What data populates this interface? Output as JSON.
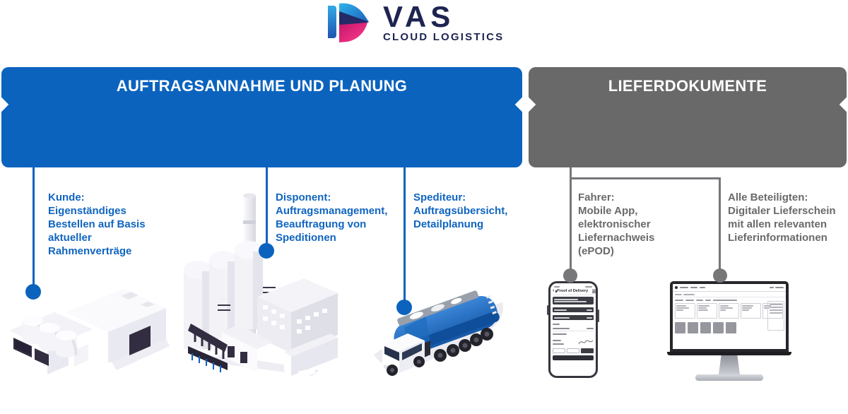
{
  "logo": {
    "brand": "VAS",
    "subtitle": "CLOUD LOGISTICS"
  },
  "sections": [
    {
      "id": "auftragsannahme",
      "title": "AUFTRAGSANNAHME UND PLANUNG",
      "color": "#0b63be"
    },
    {
      "id": "lieferdokumente",
      "title": "LIEFERDOKUMENTE",
      "color": "#696969"
    }
  ],
  "roles": [
    {
      "id": "kunde",
      "heading": "Kunde:",
      "lines": [
        "Eigenständiges",
        "Bestellen auf Basis",
        "aktueller",
        "Rahmenverträge"
      ],
      "color": "#1065c0"
    },
    {
      "id": "disponent",
      "heading": "Disponent:",
      "lines": [
        "Auftragsmanagement,",
        "Beauftragung von",
        "Speditionen"
      ],
      "color": "#1065c0"
    },
    {
      "id": "spediteur",
      "heading": "Spediteur:",
      "lines": [
        "Auftragsübersicht,",
        "Detailplanung"
      ],
      "color": "#1065c0"
    },
    {
      "id": "fahrer",
      "heading": "Fahrer:",
      "lines": [
        "Mobile App,",
        "elektronischer",
        "Liefernachweis",
        "(ePOD)"
      ],
      "color": "#6a6a6a"
    },
    {
      "id": "alle-beteiligten",
      "heading": "Alle Beteiligten:",
      "lines": [
        "Digitaler Lieferschein",
        "mit allen relevanten",
        "Lieferinformationen"
      ],
      "color": "#6a6a6a"
    }
  ],
  "phone": {
    "app_title": "Proof of Delivery"
  },
  "icons": {
    "back": "‹"
  },
  "colors": {
    "banner_blue": "#0b63be",
    "banner_gray": "#696969",
    "text_blue": "#1065c0",
    "text_gray": "#6a6a6a",
    "logo_navy": "#1d2450",
    "logo_cyan": "#29b7ea",
    "logo_pink": "#ee2a7b",
    "truck_blue": "#1d67bd"
  }
}
